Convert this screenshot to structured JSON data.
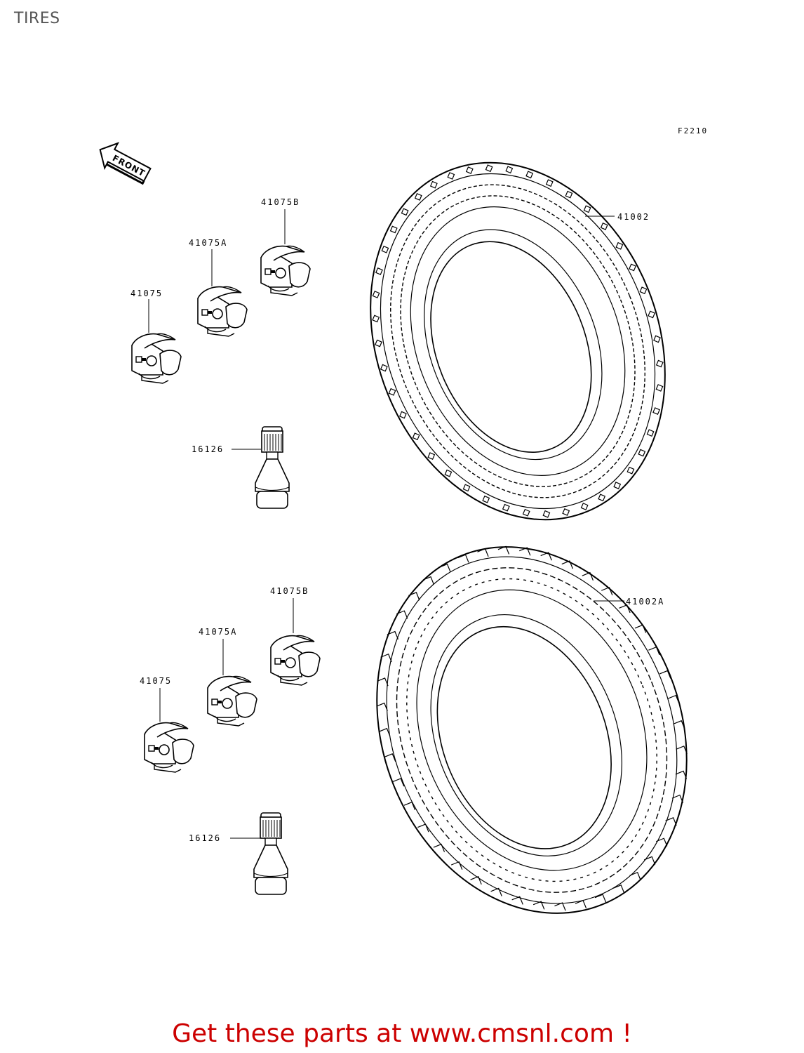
{
  "page": {
    "title": "TIRES",
    "figure_code": "F2210"
  },
  "direction_arrow": {
    "label": "FRONT"
  },
  "front_assembly": {
    "tire_label": "41002",
    "weight_b_label": "41075B",
    "weight_a_label": "41075A",
    "weight_label": "41075",
    "valve_label": "16126"
  },
  "rear_assembly": {
    "tire_label": "41002A",
    "weight_b_label": "41075B",
    "weight_a_label": "41075A",
    "weight_label": "41075",
    "valve_label": "16126"
  },
  "footer": {
    "text": "Get these parts at www.cmsnl.com !"
  },
  "colors": {
    "title": "#555555",
    "footer": "#cc0000",
    "lines": "#000000"
  }
}
